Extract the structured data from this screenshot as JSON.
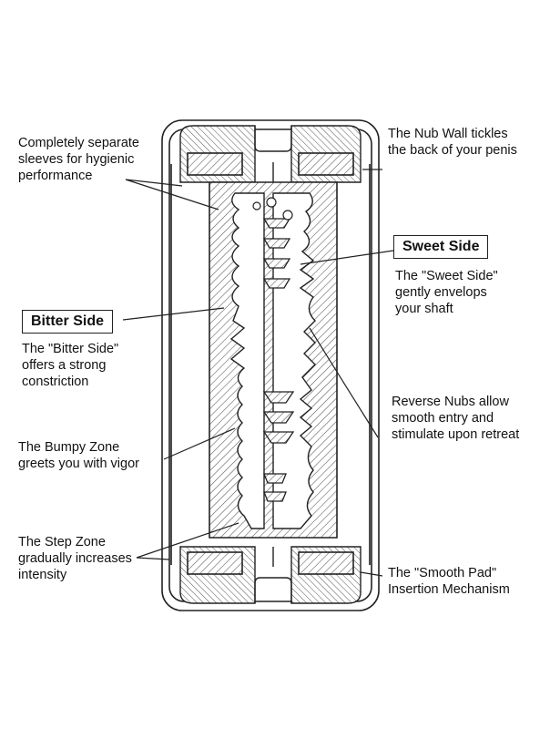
{
  "callouts": {
    "separate_sleeves": [
      "Completely separate",
      "sleeves for hygienic",
      "performance"
    ],
    "nub_wall": [
      "The Nub Wall tickles",
      "the back of your penis"
    ],
    "sweet_side_title": "Sweet Side",
    "sweet_side_desc": [
      "The \"Sweet Side\"",
      "gently envelops",
      "your shaft"
    ],
    "bitter_side_title": "Bitter Side",
    "bitter_side_desc": [
      "The \"Bitter Side\"",
      "offers a strong",
      "constriction"
    ],
    "reverse_nubs": [
      "Reverse Nubs allow",
      "smooth entry and",
      "stimulate upon retreat"
    ],
    "bumpy_zone": [
      "The Bumpy Zone",
      "greets you with vigor"
    ],
    "step_zone": [
      "The Step Zone",
      "gradually increases",
      "intensity"
    ],
    "smooth_pad": [
      "The \"Smooth Pad\"",
      "Insertion Mechanism"
    ]
  },
  "colors": {
    "line": "#222222",
    "hatch": "#555555",
    "background": "#ffffff"
  }
}
